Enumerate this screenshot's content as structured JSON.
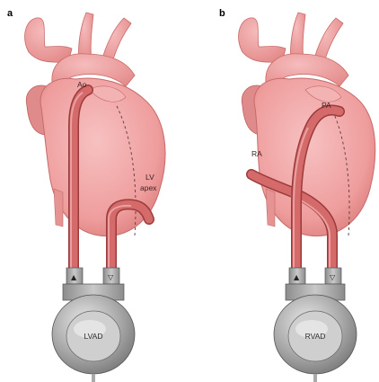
{
  "panels": [
    {
      "letter": "a",
      "labels": {
        "vessel": "Ao",
        "apex_line1": "LV",
        "apex_line2": "apex"
      },
      "device": "LVAD"
    },
    {
      "letter": "b",
      "labels": {
        "vessel": "PA",
        "atrium": "RA"
      },
      "device": "RVAD"
    }
  ],
  "colors": {
    "heart": "#f1a5a5",
    "heart_shadow": "#e58888",
    "vessel": "#f2a8a8",
    "cannula": "#c95c5c",
    "cannula_dark": "#9c3b3b",
    "device": "#9e9e9e",
    "device_light": "#d4d4d4"
  }
}
